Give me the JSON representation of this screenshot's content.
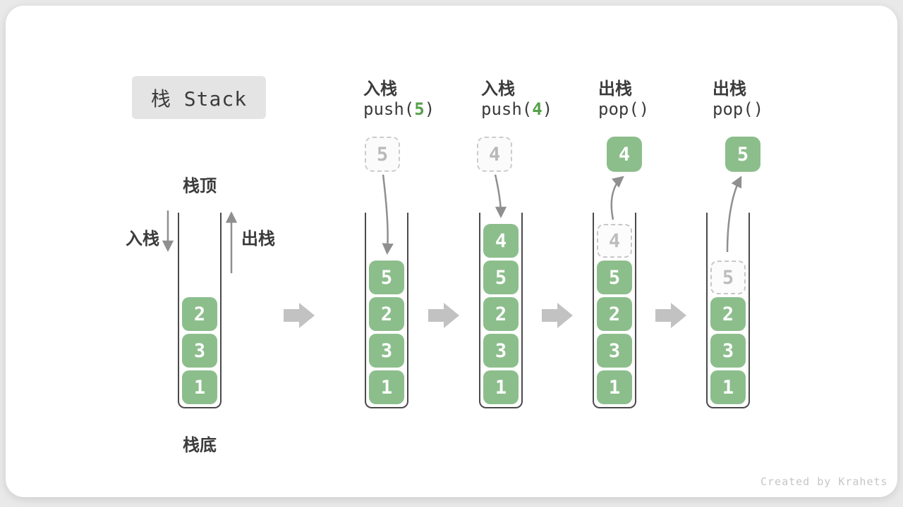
{
  "title": "栈 Stack",
  "first_stack": {
    "top_label": "栈顶",
    "bottom_label": "栈底",
    "push_label": "入栈",
    "pop_label": "出栈",
    "items": [
      "2",
      "3",
      "1"
    ]
  },
  "stages": [
    {
      "op_name": "入栈",
      "op_code_pre": "push(",
      "op_arg": "5",
      "op_code_post": ")",
      "float_value": "5",
      "items": [
        "5",
        "2",
        "3",
        "1"
      ]
    },
    {
      "op_name": "入栈",
      "op_code_pre": "push(",
      "op_arg": "4",
      "op_code_post": ")",
      "float_value": "4",
      "items": [
        "4",
        "5",
        "2",
        "3",
        "1"
      ]
    },
    {
      "op_name": "出栈",
      "op_code_pre": "pop(",
      "op_arg": "",
      "op_code_post": ")",
      "float_value": "4",
      "ghost_value": "4",
      "items": [
        "5",
        "2",
        "3",
        "1"
      ]
    },
    {
      "op_name": "出栈",
      "op_code_pre": "pop(",
      "op_arg": "",
      "op_code_post": ")",
      "float_value": "5",
      "ghost_value": "5",
      "items": [
        "2",
        "3",
        "1"
      ]
    }
  ],
  "credit": "Created by Krahets",
  "colors": {
    "box_green": "#8cbe8c",
    "code_arg_green": "#55a049",
    "arrow_gray": "#8f8f8f",
    "block_arrow_gray": "#c2c2c2",
    "title_bg": "#e4e4e4",
    "text_dark": "#3b3b3b",
    "ghost_border": "#c7c7c7",
    "credit_gray": "#c6c6c6",
    "card_bg": "#ffffff",
    "page_bg": "#e9e9e9"
  }
}
